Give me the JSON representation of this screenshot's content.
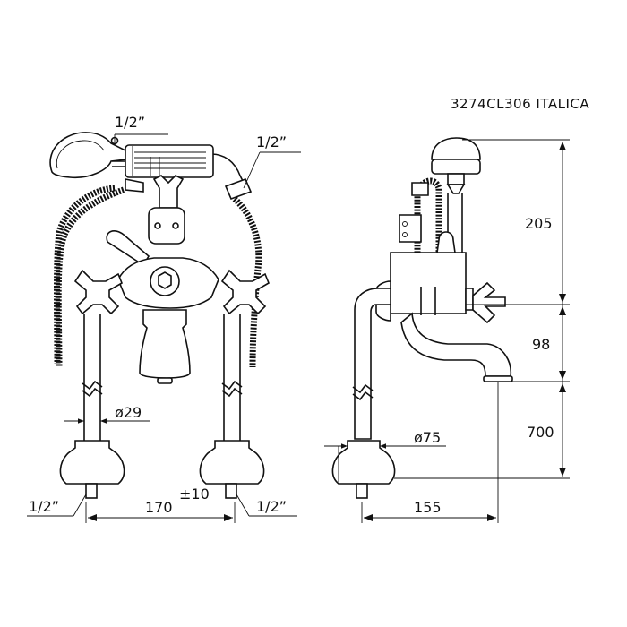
{
  "title": "3274CL306  ITALICA",
  "front_view": {
    "label_top_left": "1/2”",
    "label_top_right": "1/2”",
    "diameter_pipe": "ø29",
    "label_bottom_left": "1/2”",
    "label_bottom_right": "1/2”",
    "center_distance": "170",
    "tolerance": "±10"
  },
  "side_view": {
    "diameter_base": "ø75",
    "height_top": "205",
    "height_middle": "98",
    "height_bottom": "700",
    "reach": "155"
  }
}
